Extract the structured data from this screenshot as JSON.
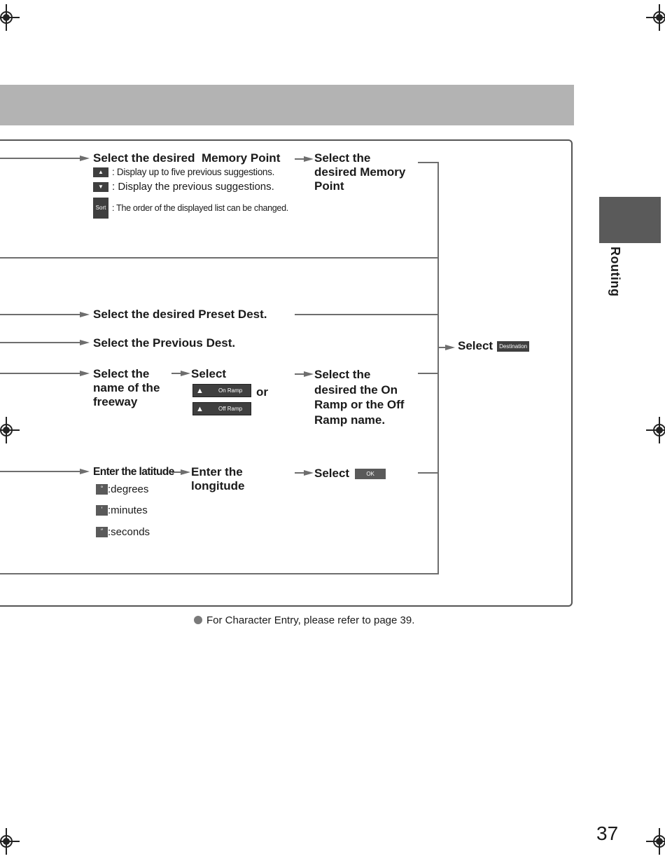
{
  "side_tab": {
    "label": "Routing"
  },
  "memory": {
    "step1": "Select the desired  Memory Point",
    "up_icon": "triangle-up-icon",
    "up_desc": ": Display up to five previous suggestions.",
    "down_icon": "triangle-down-icon",
    "down_desc": ": Display the previous suggestions.",
    "sort_label": "Sort",
    "sort_desc": ": The order of the displayed list can be changed.",
    "step2_line1": "Select the",
    "step2_line2": "desired Memory",
    "step2_line3": "Point"
  },
  "preset": {
    "step1": "Select the desired Preset Dest."
  },
  "previous": {
    "step1": "Select the Previous Dest."
  },
  "freeway": {
    "step1_line1": "Select the",
    "step1_line2": "name of the",
    "step1_line3": "freeway",
    "step2_label": "Select",
    "on_ramp_label": "On Ramp",
    "off_ramp_label": "Off Ramp",
    "or_text": "or",
    "step3_line1": "Select the",
    "step3_line2": "desired the On",
    "step3_line3": "Ramp or the Off",
    "step3_line4": "Ramp name."
  },
  "coords": {
    "step1": "Enter the latitude",
    "degrees_label": ":degrees",
    "minutes_label": ":minutes",
    "seconds_label": ":seconds",
    "step2_line1": "Enter the",
    "step2_line2": "longitude",
    "step3_label": "Select",
    "ok_label": "OK"
  },
  "final": {
    "select_label": "Select",
    "destination_label": "Destination"
  },
  "footer": {
    "note": "For Character Entry, please refer to page 39."
  },
  "page_number": "37"
}
